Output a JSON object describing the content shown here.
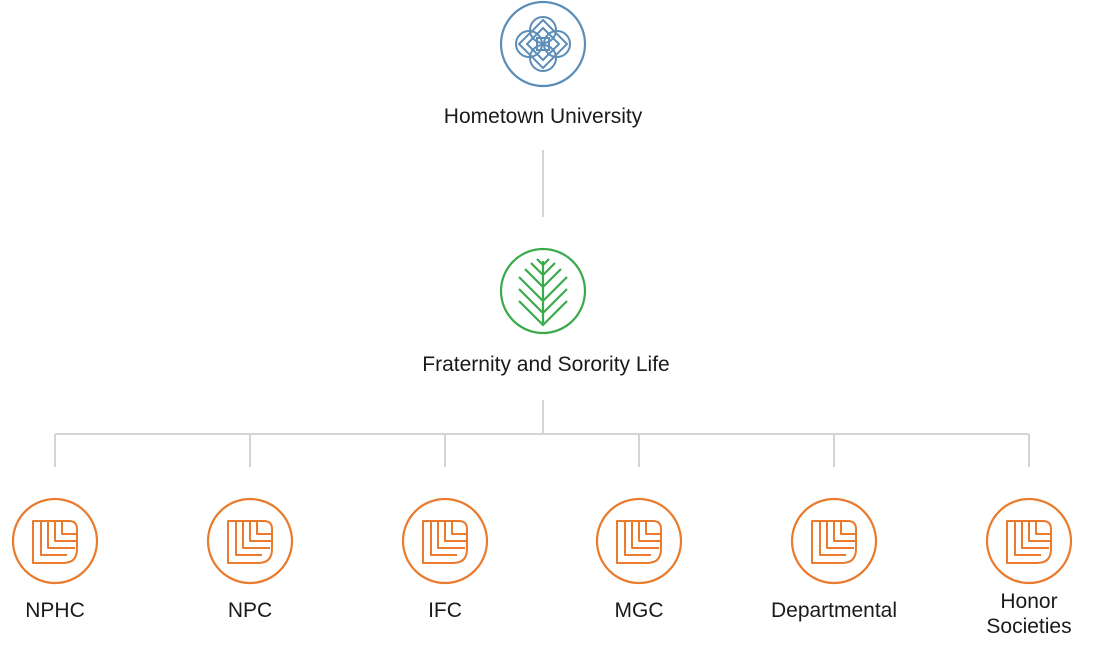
{
  "colors": {
    "root": "#5b8db8",
    "middle": "#3aaa4a",
    "leaf": "#ea7a2c",
    "connector": "#d4d4d4",
    "text": "#1a1a1a"
  },
  "root": {
    "label": "Hometown University",
    "icon": "interlocking-circles-icon"
  },
  "middle": {
    "label": "Fraternity and Sorority Life",
    "icon": "leaf-branch-icon"
  },
  "children": [
    {
      "id": "nphc",
      "label": "NPHC",
      "icon": "layered-leaf-icon"
    },
    {
      "id": "npc",
      "label": "NPC",
      "icon": "layered-leaf-icon"
    },
    {
      "id": "ifc",
      "label": "IFC",
      "icon": "layered-leaf-icon"
    },
    {
      "id": "mgc",
      "label": "MGC",
      "icon": "layered-leaf-icon"
    },
    {
      "id": "departmental",
      "label": "Departmental",
      "icon": "layered-leaf-icon"
    },
    {
      "id": "honor-societies",
      "label": "Honor Societies",
      "label_lines": [
        "Honor",
        "Societies"
      ],
      "icon": "layered-leaf-icon"
    }
  ]
}
